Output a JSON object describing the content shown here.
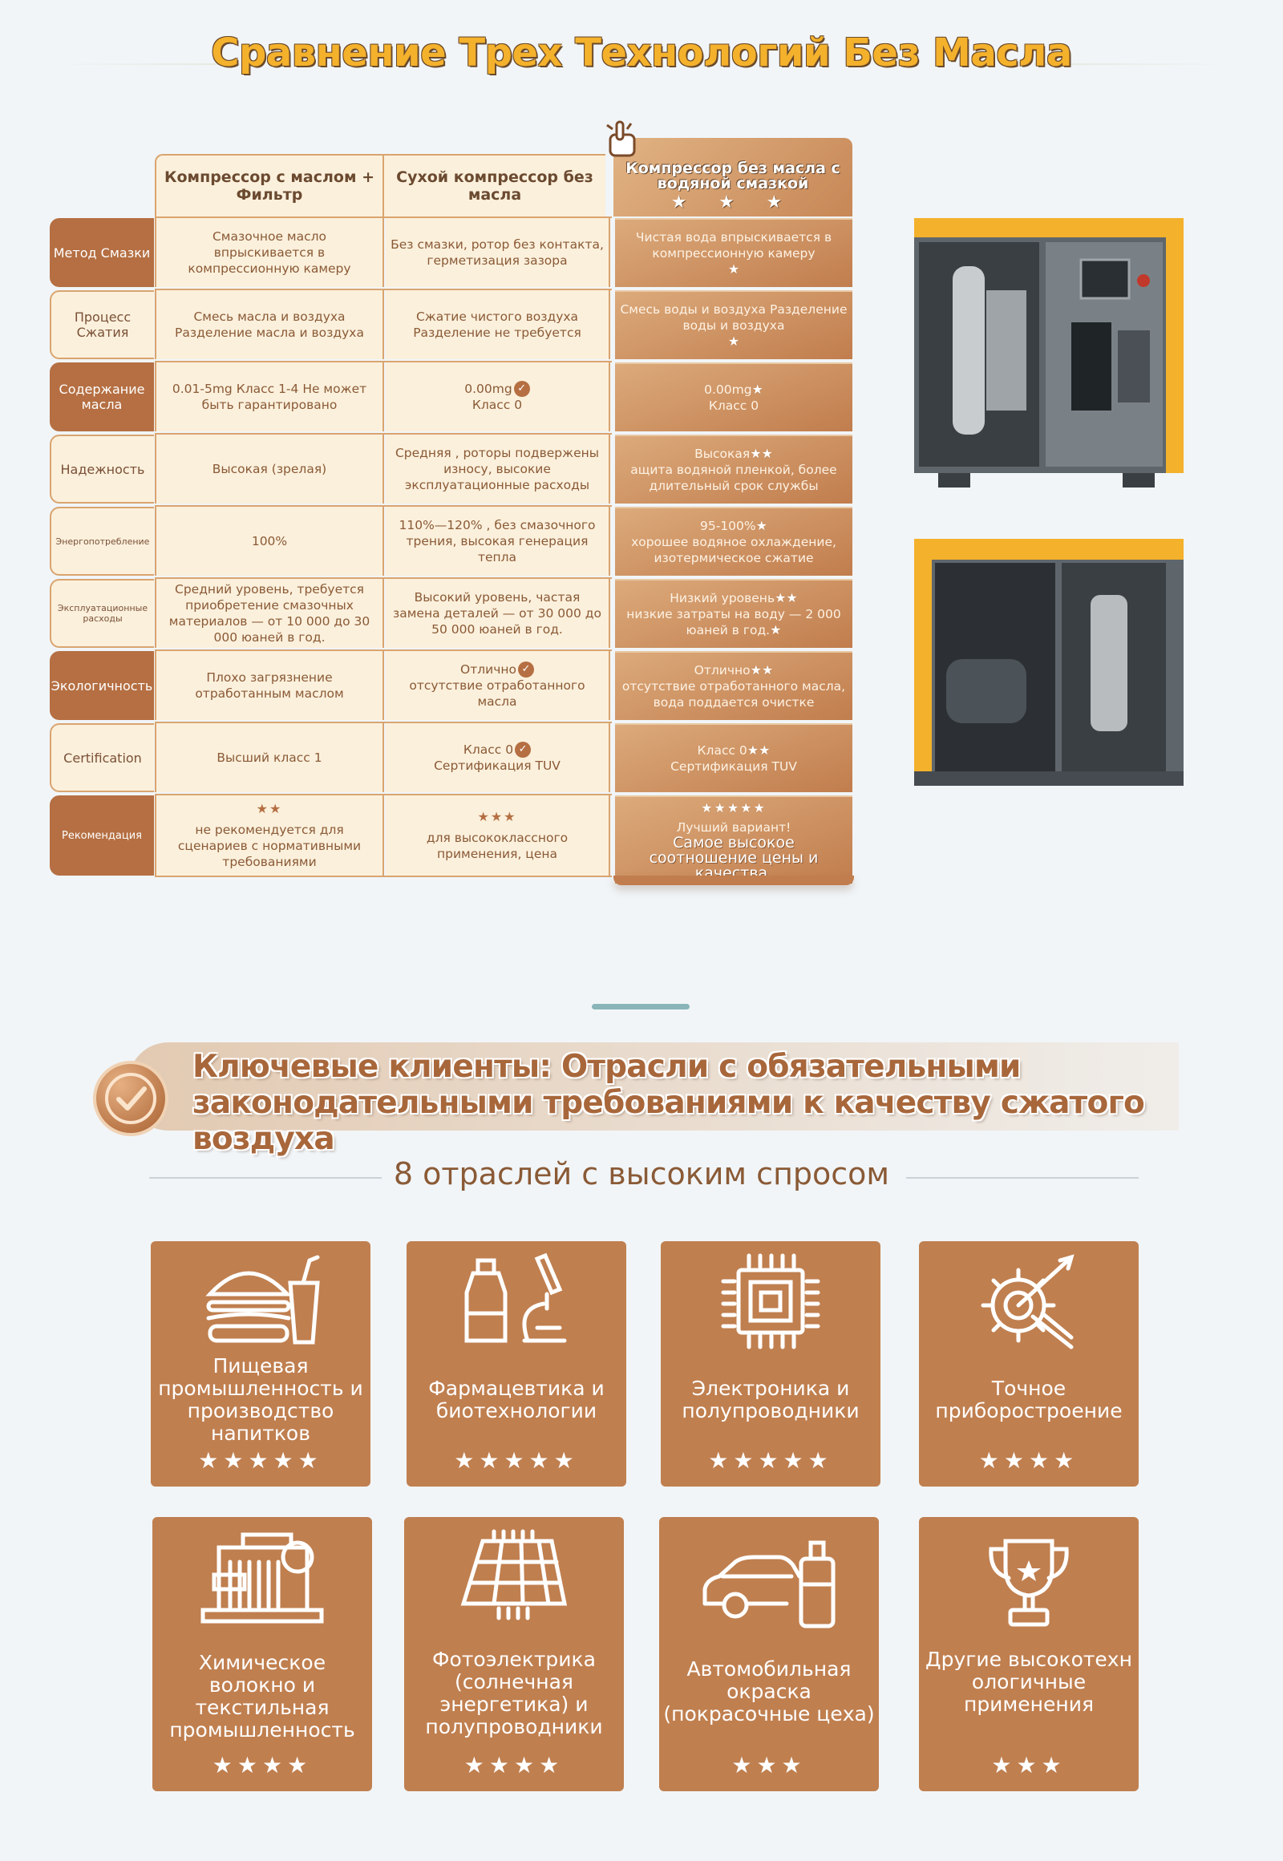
{
  "page_title": "Сравнение Трех Технологий Без Масла",
  "table": {
    "headers": [
      "Компрессор с маслом + Фильтр",
      "Сухой компрессор без масла",
      "Компрессор без масла с водяной смазкой"
    ],
    "header_stars": "★ ★ ★",
    "rows": [
      {
        "label": "Метод Смазки",
        "c1": "Смазочное масло впрыскивается в компрессионную камеру",
        "c2": "Без смазки, ротор без контакта, герметизация зазора",
        "c3": "Чистая вода впрыскивается в компрессионную камеру"
      },
      {
        "label": "Процесс Сжатия",
        "c1": "Смесь масла и воздуха Разделение масла и воздуха",
        "c2": "Сжатие чистого воздуха Разделение не требуется",
        "c3": "Смесь воды и воздуха Разделение воды и воздуха"
      },
      {
        "label": "Содержание масла",
        "c1": "0.01-5mg Класс 1-4 Не может быть гарантировано",
        "c2": "0.00mg",
        "c2b": "Класс 0",
        "c3": "0.00mg",
        "c3b": "Класс 0"
      },
      {
        "label": "Надежность",
        "c1": "Высокая (зрелая)",
        "c2": "Средняя , роторы подвержены износу, высокие эксплуатационные расходы",
        "c3": "Высокая",
        "c3b": "ащита водяной пленкой, более длительный срок службы"
      },
      {
        "label": "Энергопотребление",
        "c1": "100%",
        "c2": "110%—120% , без смазочного трения, высокая генерация тепла",
        "c3": "95-100%",
        "c3b": "хорошее водяное охлаждение, изотермическое сжатие"
      },
      {
        "label": "Эксплуатационные расходы",
        "c1": "Средний уровень, требуется приобретение смазочных материалов — от 10 000 до 30 000 юаней в год.",
        "c2": "Высокий уровень, частая замена деталей — от 30 000 до 50 000 юаней в год.",
        "c3": "Низкий уровень",
        "c3b": "низкие затраты на воду — 2 000 юаней в год."
      },
      {
        "label": "Экологичность",
        "c1": "Плохо загрязнение отработанным маслом",
        "c2": "Отлично",
        "c2b": "отсутствие отработанного масла",
        "c3": "Отлично",
        "c3b": "отсутствие отработанного масла, вода поддается очистке"
      },
      {
        "label": "Certification",
        "c1": "Высший класс 1",
        "c2": "Класс 0",
        "c2b": "Сертификация TUV",
        "c3": "Класс 0",
        "c3b": "Сертификация TUV"
      },
      {
        "label": "Рекомендация",
        "c1_stars": "★★",
        "c1": "не рекомендуется для сценариев с нормативными требованиями",
        "c2_stars": "★★★",
        "c2": "для высококлассного применения, цена",
        "c3_stars": "★★★★★",
        "c3": "Лучший вариант!",
        "c3b": "Самое высокое соотношение цены и качества."
      }
    ]
  },
  "section2": {
    "title_line1": "Ключевые клиенты: Отрасли с обязательными",
    "title_line2": "законодательными требованиями к качеству сжатого воздуха",
    "subheading": "8 отраслей с высоким спросом",
    "industries": [
      {
        "icon": "food-drink-icon",
        "label": "Пищевая промышленность и производство напитков",
        "stars": "★★★★★"
      },
      {
        "icon": "pharma-microscope-icon",
        "label": "Фармацевтика и биотехнологии",
        "stars": "★★★★★"
      },
      {
        "icon": "chip-icon",
        "label": "Электроника и полупроводники",
        "stars": "★★★★★"
      },
      {
        "icon": "precision-gear-icon",
        "label": "Точное приборостроение",
        "stars": "★★★★"
      },
      {
        "icon": "loom-icon",
        "label": "Химическое волокно и текстильная промышленность",
        "stars": "★★★★"
      },
      {
        "icon": "solar-panel-icon",
        "label": "Фотоэлектрика (солнечная энергетика) и полупроводники",
        "stars": "★★★★"
      },
      {
        "icon": "car-spray-icon",
        "label": "Автомобильная окраска (покрасочные цеха)",
        "stars": "★★★"
      },
      {
        "icon": "trophy-icon",
        "label": "Другие высокотехн ологичные применения",
        "stars": "★★★"
      }
    ]
  },
  "colors": {
    "accent": "#b56f42",
    "title_yellow": "#f4b12c",
    "cream": "#fbf0dc",
    "bg": "#f1f5f8",
    "divider": "#8ab5b8"
  }
}
